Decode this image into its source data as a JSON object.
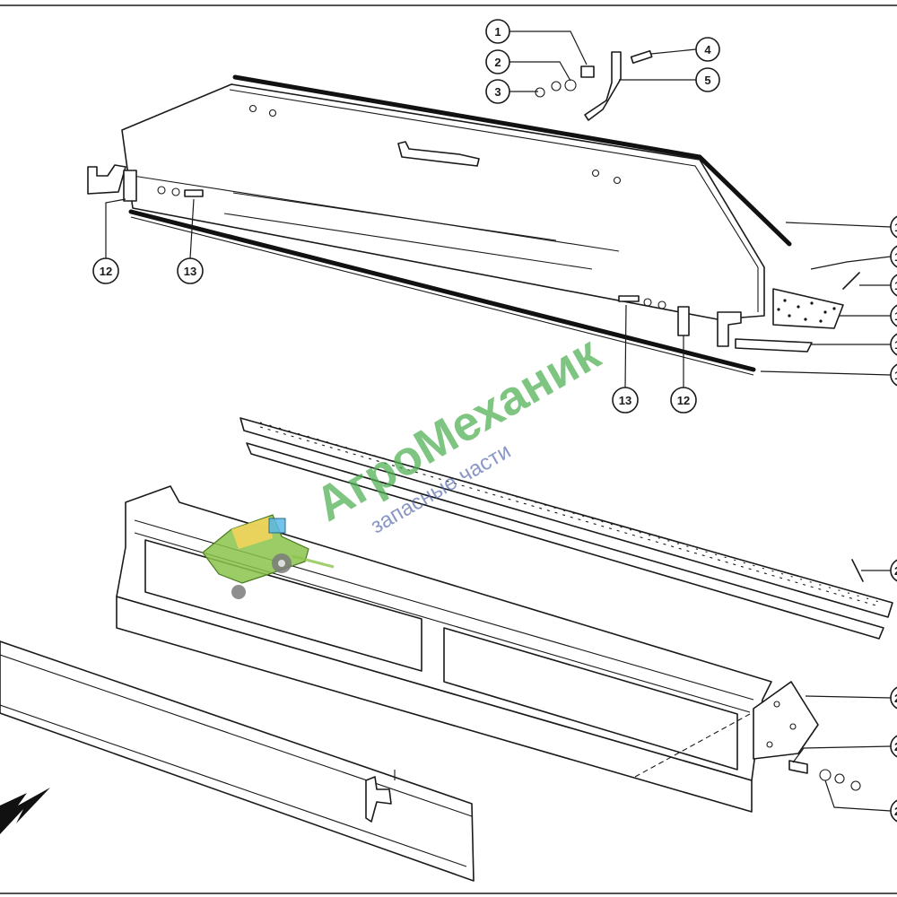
{
  "callouts": {
    "c1": "1",
    "c2": "2",
    "c3": "3",
    "c4": "4",
    "c5": "5",
    "c12a": "12",
    "c13a": "13",
    "c13b": "13",
    "c12b": "12",
    "r1": "1",
    "r2": "1",
    "r3": "1",
    "r4": "1",
    "r5": "1",
    "r6": "1",
    "r7": "2",
    "r8": "2",
    "r9": "2",
    "r10": "2"
  },
  "watermark": {
    "title": "АгроМеханик",
    "subtitle": "запасные части"
  },
  "colors": {
    "line": "#1a1a1a",
    "watermark_green": "#4caf50",
    "watermark_blue": "#4a5fa8",
    "harvester_green": "#8bc34a",
    "harvester_yellow": "#f2d45c"
  },
  "icons": [
    "arrow-icon",
    "harvester-logo-icon"
  ]
}
